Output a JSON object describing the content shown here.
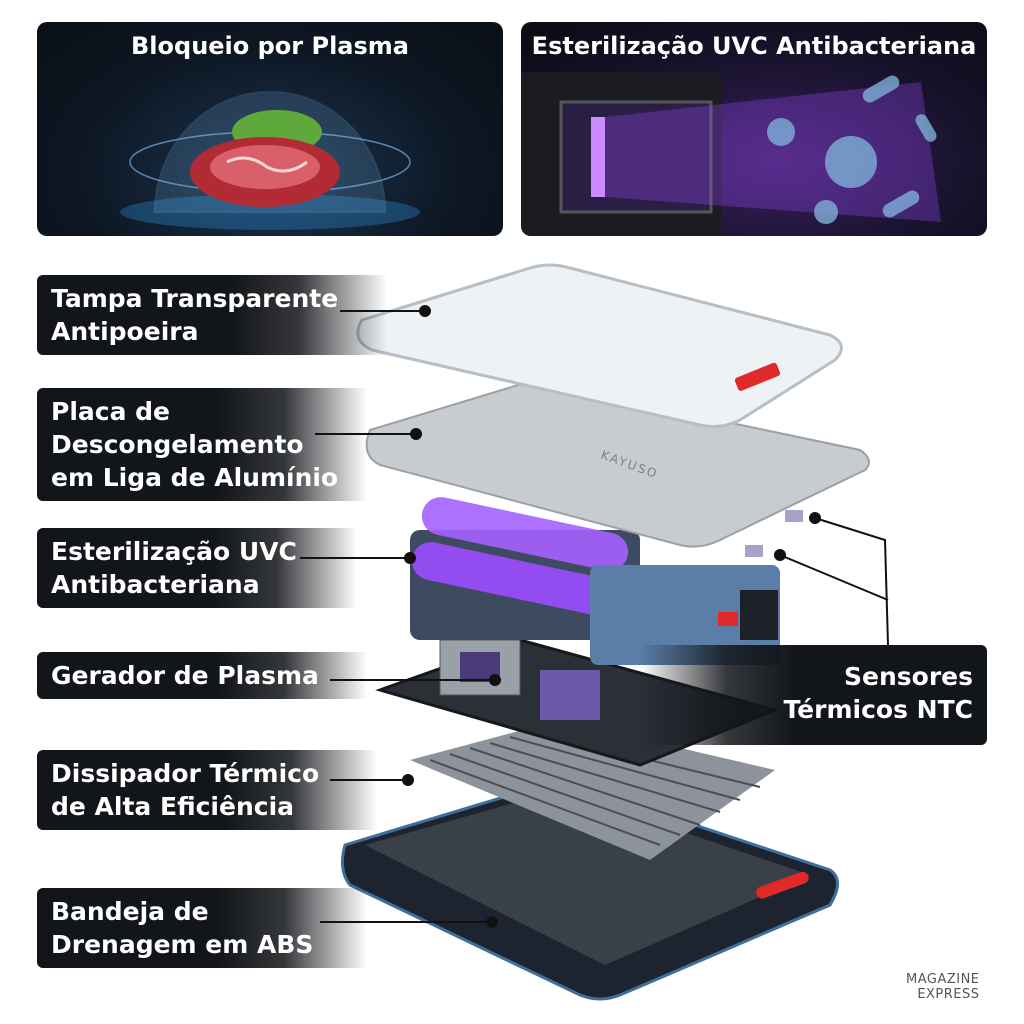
{
  "panels": [
    {
      "title": "Bloqueio por Plasma"
    },
    {
      "title": "Esterilização UVC Antibacteriana"
    }
  ],
  "product_brand": "KAYUSO",
  "labels": [
    {
      "lines": [
        "Tampa Transparente",
        "Antipoeira"
      ]
    },
    {
      "lines": [
        "Placa de",
        "Descongelamento",
        "em Liga de Alumínio"
      ]
    },
    {
      "lines": [
        "Esterilização UVC",
        "Antibacteriana"
      ]
    },
    {
      "lines": [
        "Gerador de Plasma"
      ]
    },
    {
      "lines": [
        "Dissipador Térmico",
        "de Alta Eficiência"
      ]
    },
    {
      "lines": [
        "Bandeja de",
        "Drenagem em ABS"
      ]
    }
  ],
  "sensors_label": {
    "lines": [
      "Sensores",
      "Térmicos NTC"
    ]
  },
  "watermark": {
    "lines": [
      "MAGAZINE",
      "EXPRESS"
    ]
  },
  "colors": {
    "label_bg": "#121519",
    "uvc": "#9b4dff",
    "accent_red": "#e02a2a"
  }
}
